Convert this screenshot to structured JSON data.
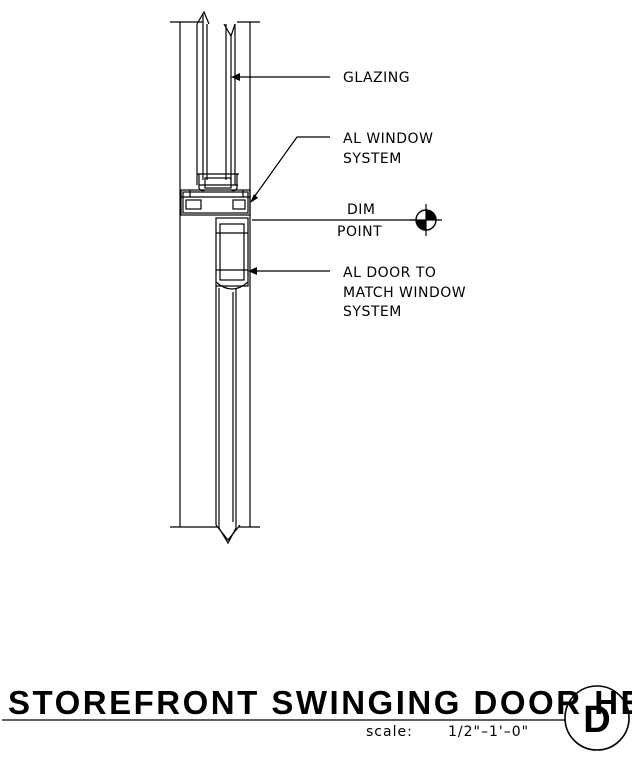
{
  "callouts": {
    "glazing": "GLAZING",
    "al_window_line1": "AL WINDOW",
    "al_window_line2": "SYSTEM",
    "dim_line1": "DIM",
    "dim_line2": "POINT",
    "al_door_line1": "AL DOOR TO",
    "al_door_line2": "MATCH WINDOW",
    "al_door_line3": "SYSTEM"
  },
  "title_block": {
    "title": "STOREFRONT SWINGING DOOR HEAD",
    "scale_label": "scale:",
    "scale_value": "1/2\"–1'–0\"",
    "detail_letter": "D"
  }
}
